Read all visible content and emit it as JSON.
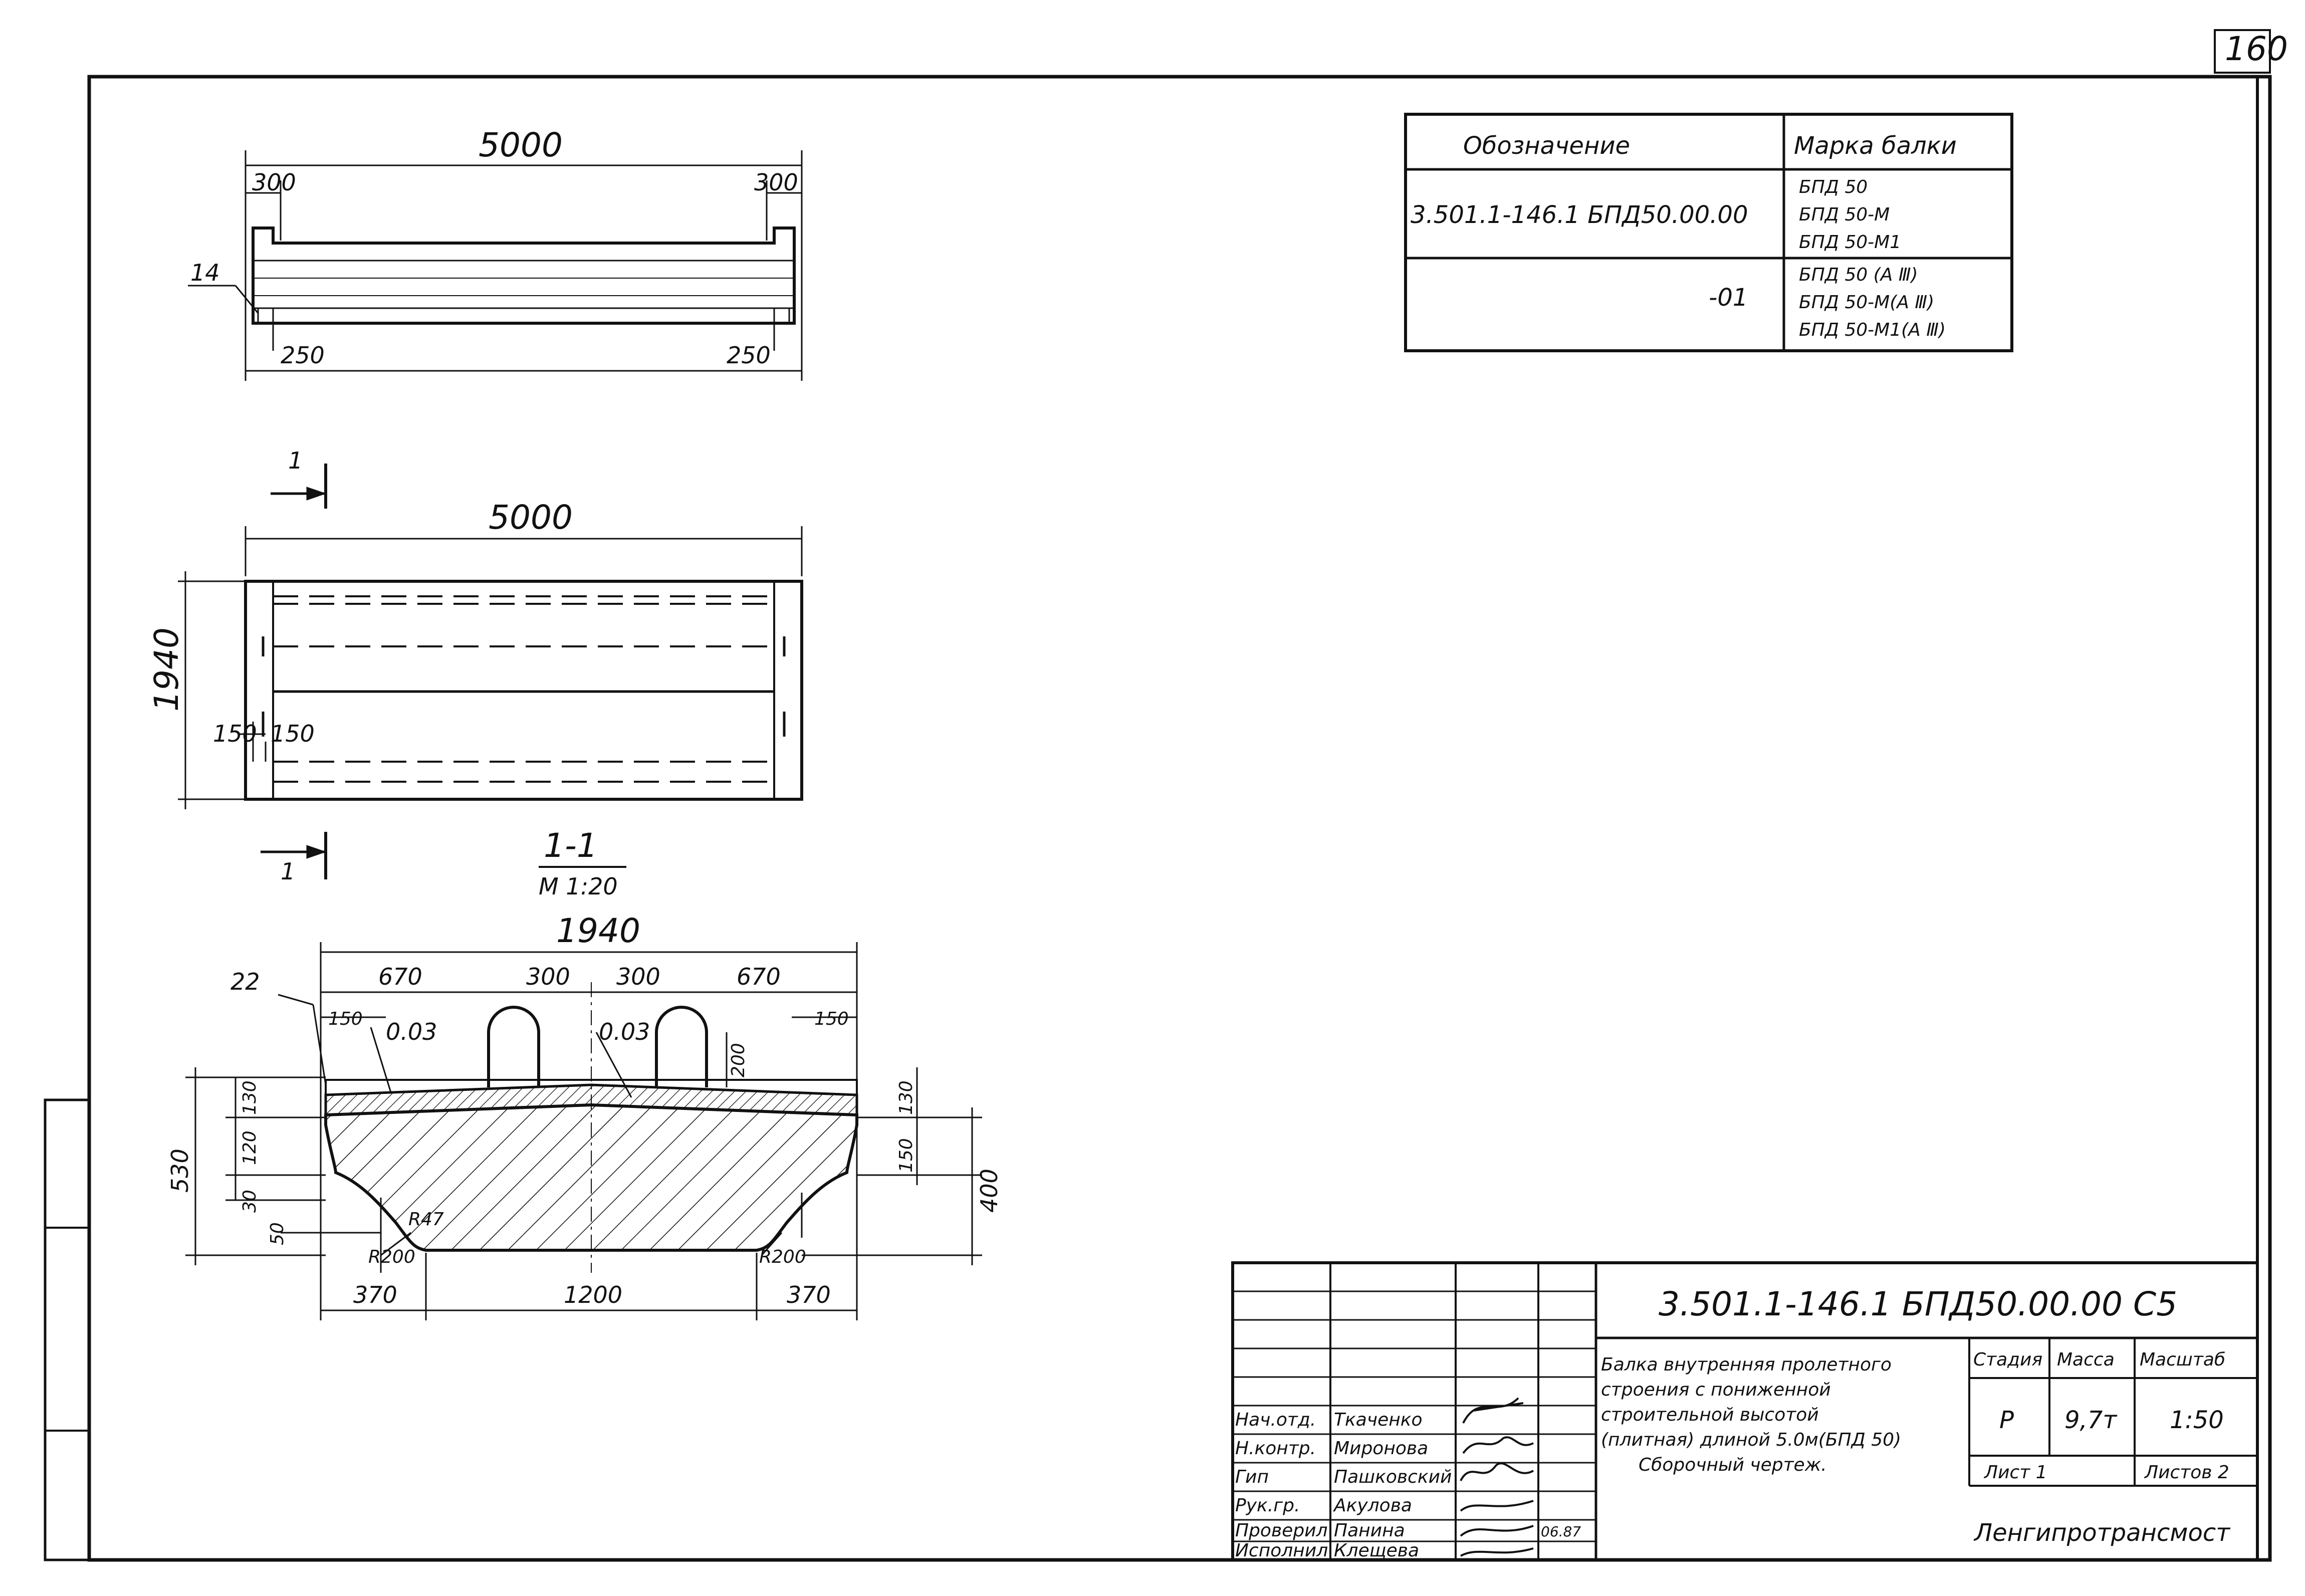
{
  "sheet_number": "160",
  "spec_table": {
    "header_designation": "Обозначение",
    "header_mark": "Марка балки",
    "rows": [
      {
        "designation": "3.501.1-146.1   БПД50.00.00",
        "marks": [
          "БПД 50",
          "БПД 50-М",
          "БПД 50-М1"
        ]
      },
      {
        "designation": "-01",
        "marks": [
          "БПД 50 (А Ⅲ)",
          "БПД 50-М(А Ⅲ)",
          "БПД 50-М1(А Ⅲ)"
        ]
      }
    ]
  },
  "elevation": {
    "length": "5000",
    "end_left": "300",
    "end_right": "300",
    "support_left": "250",
    "support_right": "250",
    "callout": "14"
  },
  "plan": {
    "length": "5000",
    "width": "1940",
    "edge_a": "150",
    "edge_b": "150",
    "cut_mark": "1"
  },
  "section": {
    "title": "1-1",
    "scale": "М 1:20",
    "total_width": "1940",
    "callout": "22",
    "top_dims": [
      "670",
      "300",
      "300",
      "670"
    ],
    "edge_left": "150",
    "edge_right": "150",
    "slope_left": "0.03",
    "slope_right": "0.03",
    "loop_height": "200",
    "left_heights": [
      "130",
      "120",
      "30"
    ],
    "left_total": "530",
    "left_small": "50",
    "right_heights": [
      "130",
      "150"
    ],
    "right_total": "400",
    "radius_small": "R47",
    "radius_left": "R200",
    "radius_right": "R200",
    "bottom_dims": [
      "370",
      "1200",
      "370"
    ]
  },
  "title_block": {
    "doc_code": "3.501.1-146.1   БПД50.00.00 С5",
    "description": [
      "Балка внутренняя пролетного",
      "строения с пониженной",
      "строительной высотой",
      "(плитная) длиной 5.0м(БПД 50)",
      "Сборочный чертеж."
    ],
    "stage_label": "Стадия",
    "mass_label": "Масса",
    "scale_label": "Масштаб",
    "stage": "Р",
    "mass": "9,7т",
    "scale": "1:50",
    "sheet_label": "Лист 1",
    "sheets_label": "Листов 2",
    "organization": "Ленгипротрансмост",
    "date": "06.87",
    "staff": [
      {
        "role": "Нач.отд.",
        "name": "Ткаченко"
      },
      {
        "role": "Н.контр.",
        "name": "Миронова"
      },
      {
        "role": "Гип",
        "name": "Пашковский"
      },
      {
        "role": "Рук.гр.",
        "name": "Акулова"
      },
      {
        "role": "Проверил",
        "name": "Панина"
      },
      {
        "role": "Исполнил",
        "name": "Клещева"
      }
    ]
  }
}
